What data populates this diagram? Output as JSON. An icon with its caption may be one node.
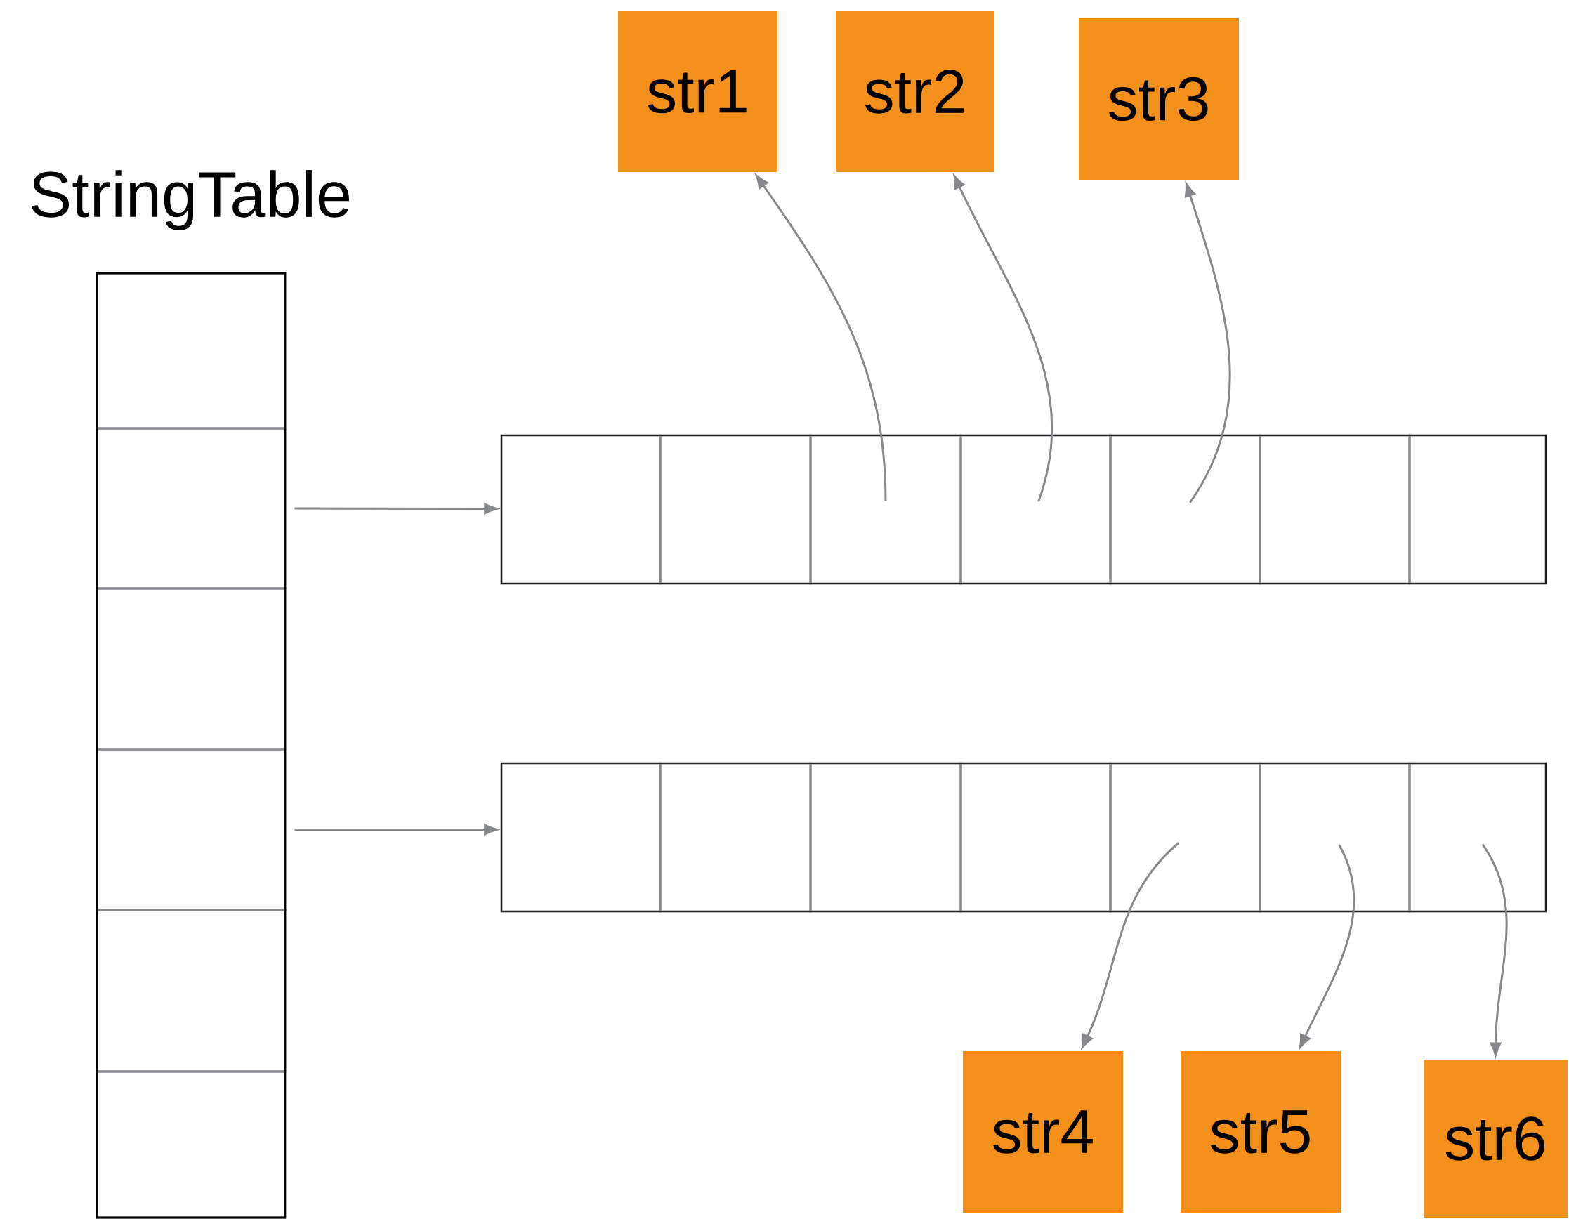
{
  "diagram": {
    "nodes": [
      {
        "text": [
          "str1"
        ]
      },
      {
        "text": [
          "str2"
        ]
      },
      {
        "text": [
          "str3"
        ]
      },
      {
        "text": [
          "StringTable"
        ]
      },
      {
        "text": [],
        "shape": "box",
        "in": 3
      },
      {
        "text": [],
        "shape": "box",
        "in": 3
      },
      {
        "text": [],
        "shape": "box",
        "in": 3
      },
      {
        "text": [],
        "shape": "box",
        "in": 3
      },
      {
        "text": [],
        "shape": "box",
        "in": 3
      },
      {
        "text": [],
        "shape": "box",
        "in": 3
      },
      {
        "text": [],
        "shape": "box"
      },
      {
        "text": [],
        "shape": "box",
        "in": 10
      },
      {
        "text": [],
        "shape": "box",
        "in": 10
      },
      {
        "text": [],
        "shape": "box",
        "in": 10
      },
      {
        "text": [],
        "shape": "box",
        "in": 10
      },
      {
        "text": [],
        "shape": "box",
        "in": 10
      },
      {
        "text": [],
        "shape": "box",
        "in": 10
      },
      {
        "text": [],
        "shape": "box",
        "in": 10
      },
      {
        "text": [],
        "shape": "box"
      },
      {
        "text": [],
        "shape": "box",
        "in": 18
      },
      {
        "text": [],
        "shape": "box",
        "in": 18
      },
      {
        "text": [],
        "shape": "box",
        "in": 18
      },
      {
        "text": [],
        "shape": "box",
        "in": 18
      },
      {
        "text": [],
        "shape": "box",
        "in": 18
      },
      {
        "text": [],
        "shape": "box",
        "in": 18
      },
      {
        "text": [],
        "shape": "box",
        "in": 18
      },
      {
        "text": [
          "str4"
        ]
      },
      {
        "text": [
          "str5"
        ]
      },
      {
        "text": [
          "str6"
        ]
      }
    ],
    "edges": [
      {
        "from": 5,
        "to": 10,
        "arrow": "to"
      },
      {
        "from": 7,
        "to": 18,
        "arrow": "to"
      },
      {
        "from": 13,
        "to": 0,
        "arrow": "to"
      },
      {
        "from": 14,
        "to": 1,
        "arrow": "to"
      },
      {
        "from": 15,
        "to": 2,
        "arrow": "to"
      },
      {
        "from": 23,
        "to": 26,
        "arrow": "to"
      },
      {
        "from": 24,
        "to": 27,
        "arrow": "to"
      },
      {
        "from": 25,
        "to": 28,
        "arrow": "to"
      }
    ]
  }
}
